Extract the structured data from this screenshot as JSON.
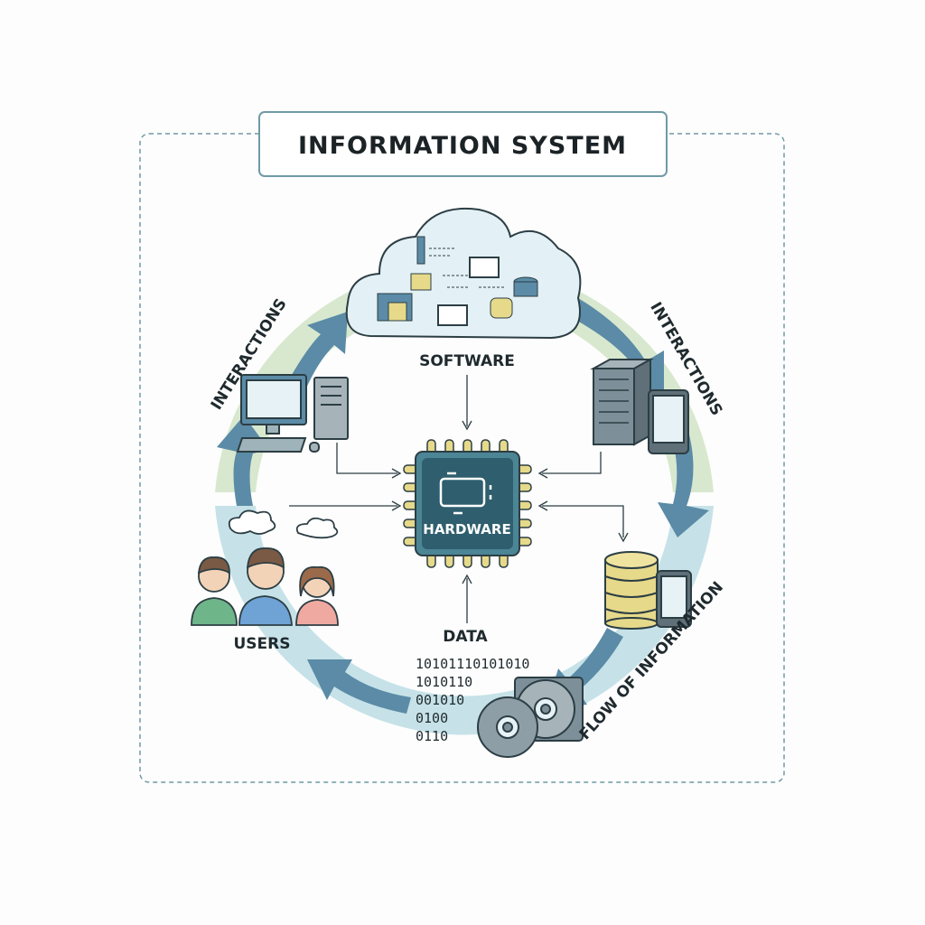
{
  "title": "INFORMATION SYSTEM",
  "labels": {
    "software": "SOFTWARE",
    "hardware": "HARDWARE",
    "data": "DATA",
    "users": "USERS",
    "interactions_left": "INTERACTIONS",
    "interactions_right": "INTERACTIONS",
    "flow": "FLOW OF INFORMATION"
  },
  "binary": [
    "10101110101010",
    "1010110",
    "001010",
    "0100",
    "0110"
  ],
  "colors": {
    "ring_top": "#d8e8cf",
    "ring_bottom": "#c6e2e8",
    "arrow": "#5b8ba6",
    "chip": "#2f5f6e",
    "pins": "#e6d98a",
    "border": "#6f9aa6"
  }
}
